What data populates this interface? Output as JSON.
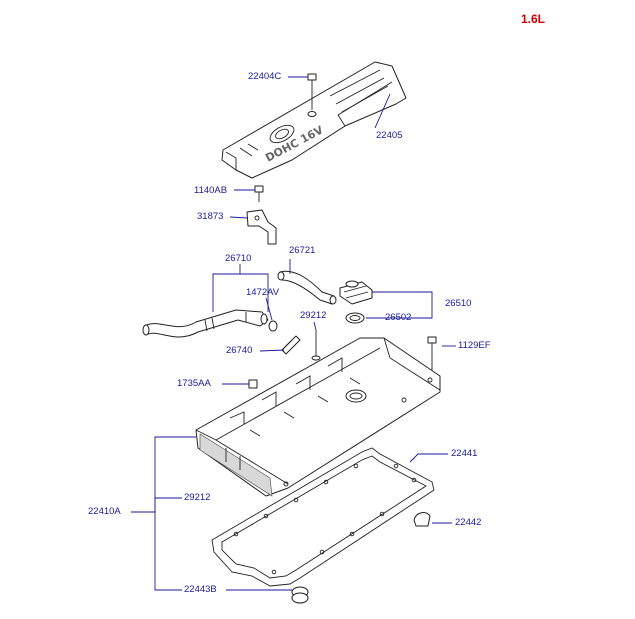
{
  "engine_badge": "1.6L",
  "cover_emboss": "DOHC 16V",
  "labels": {
    "p22404C": "22404C",
    "p22405": "22405",
    "p1140AB": "1140AB",
    "p31873": "31873",
    "p26710": "26710",
    "p26721": "26721",
    "p1472AV": "1472AV",
    "p26510": "26510",
    "p29212a": "29212",
    "p26502": "26502",
    "p26740": "26740",
    "p1129EF": "1129EF",
    "p1735AA": "1735AA",
    "p22441": "22441",
    "p29212b": "29212",
    "p22410A": "22410A",
    "p22442": "22442",
    "p22443B": "22443B"
  }
}
